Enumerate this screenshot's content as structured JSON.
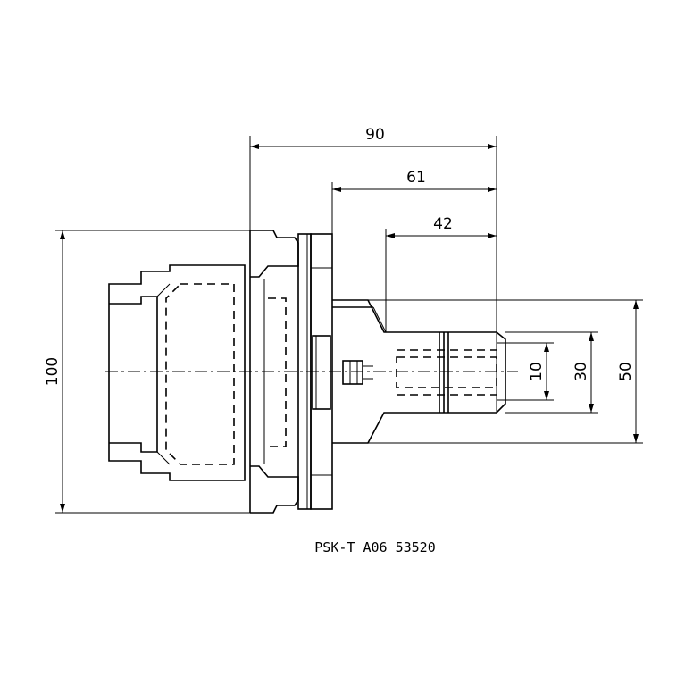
{
  "drawing": {
    "caption": "PSK-T A06 53520",
    "dimensions": {
      "overall_length": "90",
      "flange_to_tip": "61",
      "nose_length": "42",
      "flange_diameter": "100",
      "nose_diameter": "50",
      "collet_body_diameter": "30",
      "bore_diameter": "10"
    }
  }
}
